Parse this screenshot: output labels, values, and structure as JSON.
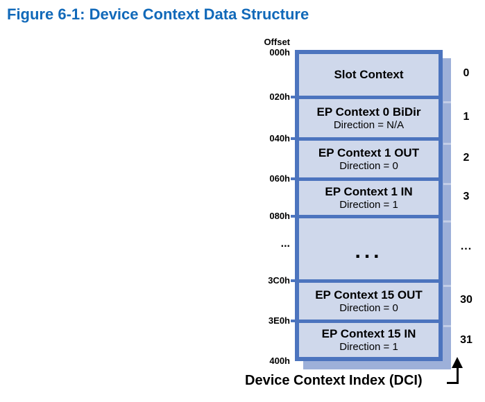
{
  "title": "Figure 6-1: Device Context Data Structure",
  "diagram": {
    "offset_header": "Offset",
    "offsets": [
      "000h",
      "020h",
      "040h",
      "060h",
      "080h",
      "...",
      "3C0h",
      "3E0h",
      "400h"
    ],
    "rows": [
      {
        "title": "Slot Context",
        "sub": ""
      },
      {
        "title": "EP Context 0 BiDir",
        "sub": "Direction = N/A"
      },
      {
        "title": "EP Context 1 OUT",
        "sub": "Direction = 0"
      },
      {
        "title": "EP Context 1 IN",
        "sub": "Direction = 1"
      },
      {
        "title": "...",
        "sub": ""
      },
      {
        "title": "EP Context 15 OUT",
        "sub": "Direction = 0"
      },
      {
        "title": "EP Context 15 IN",
        "sub": "Direction = 1"
      }
    ],
    "dci_indices": [
      "0",
      "1",
      "2",
      "3",
      "...",
      "30",
      "31"
    ],
    "footer_label": "Device Context Index (DCI)"
  },
  "colors": {
    "title": "#1169B9",
    "box_border": "#4C74BE",
    "cell_fill": "#CFD8EB",
    "drop_shadow": "#9DB0D9",
    "text": "#000000"
  }
}
